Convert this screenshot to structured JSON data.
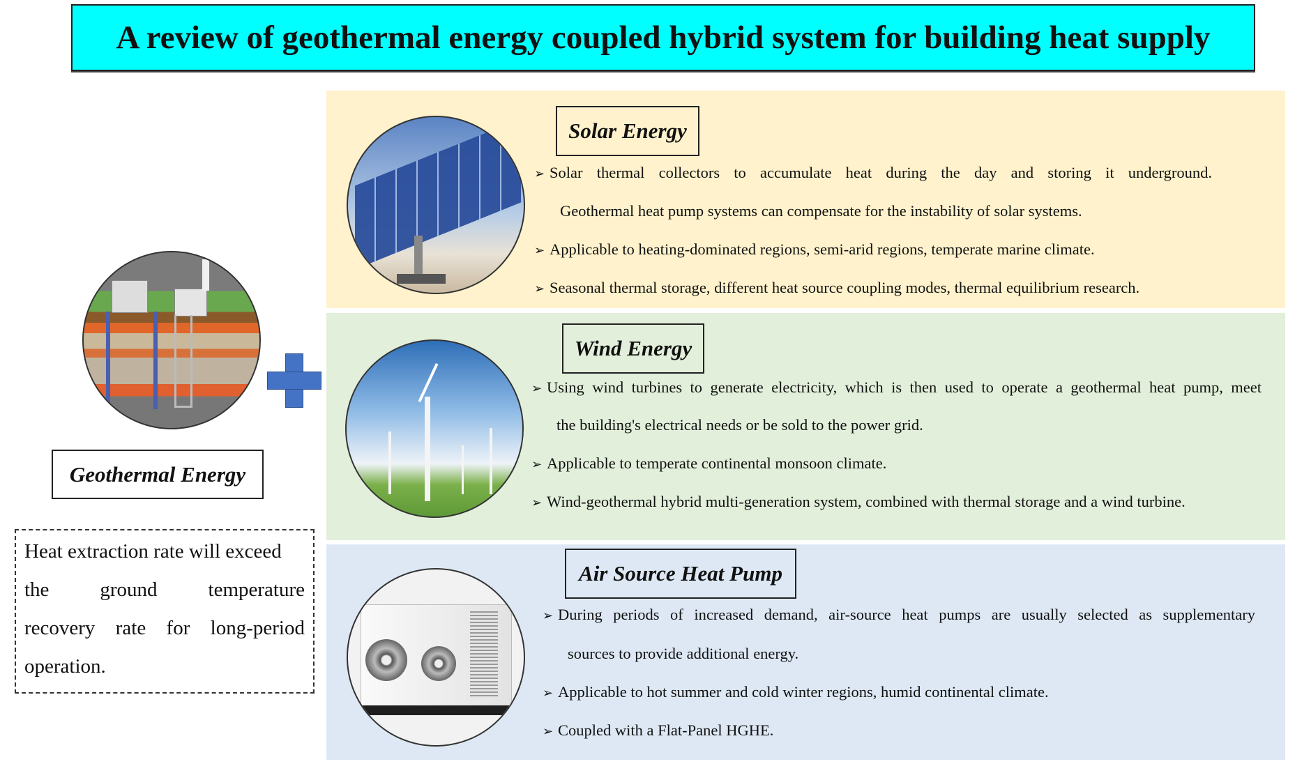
{
  "title": "A review of geothermal energy coupled hybrid system for building heat supply",
  "geothermal": {
    "label": "Geothermal Energy",
    "note_lines": [
      "Heat extraction rate will exceed",
      "the ground temperature",
      "recovery rate for long-period",
      "operation."
    ]
  },
  "sections": [
    {
      "label": "Solar Energy",
      "lines": [
        "Solar thermal collectors to accumulate heat during the day and storing it underground.",
        "Geothermal heat pump systems can compensate for the instability of solar systems.",
        "Applicable to heating-dominated regions, semi-arid regions, temperate marine climate.",
        "Seasonal thermal storage, different heat source coupling modes, thermal equilibrium research."
      ]
    },
    {
      "label": "Wind Energy",
      "lines": [
        "Using wind turbines to generate electricity, which is then used to operate a geothermal heat pump, meet",
        "the building's electrical needs or be sold to the power grid.",
        "Applicable to temperate continental monsoon climate.",
        "Wind-geothermal hybrid multi-generation system, combined with thermal storage and a wind turbine."
      ]
    },
    {
      "label": "Air Source Heat Pump",
      "lines": [
        "During periods of increased demand, air-source heat pumps are usually selected as supplementary",
        "sources to provide additional energy.",
        "Applicable to hot summer and cold winter regions, humid continental climate.",
        "Coupled with a Flat-Panel HGHE."
      ]
    }
  ],
  "bullet_glyph": "➢"
}
